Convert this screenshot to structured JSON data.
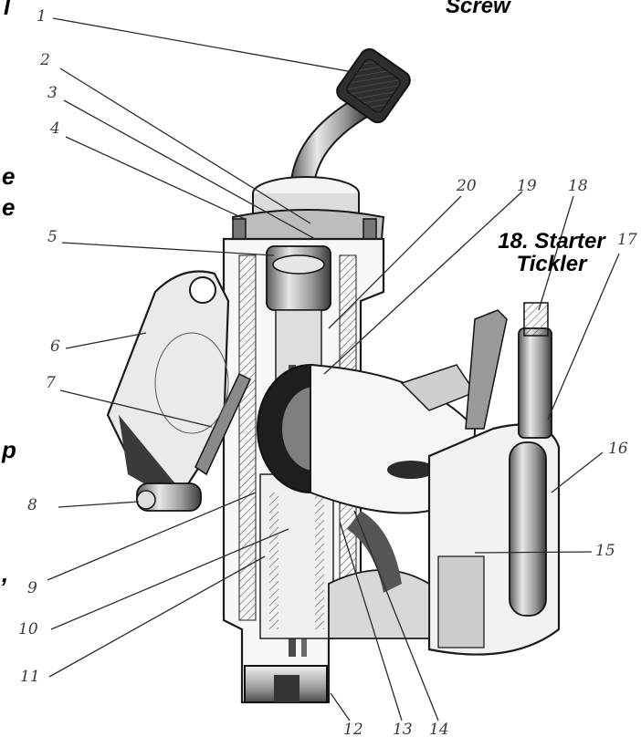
{
  "callouts": [
    {
      "id": "1",
      "text": "1"
    },
    {
      "id": "2",
      "text": "2"
    },
    {
      "id": "3",
      "text": "3"
    },
    {
      "id": "4",
      "text": "4"
    },
    {
      "id": "5",
      "text": "5"
    },
    {
      "id": "6",
      "text": "6"
    },
    {
      "id": "7",
      "text": "7"
    },
    {
      "id": "8",
      "text": "8"
    },
    {
      "id": "9",
      "text": "9"
    },
    {
      "id": "10",
      "text": "10"
    },
    {
      "id": "11",
      "text": "11"
    },
    {
      "id": "12",
      "text": "12"
    },
    {
      "id": "13",
      "text": "13"
    },
    {
      "id": "14",
      "text": "14"
    },
    {
      "id": "15",
      "text": "15"
    },
    {
      "id": "16",
      "text": "16"
    },
    {
      "id": "17",
      "text": "17"
    },
    {
      "id": "18",
      "text": "18"
    },
    {
      "id": "19",
      "text": "19"
    },
    {
      "id": "20",
      "text": "20"
    }
  ],
  "overlay_labels": {
    "top_right": "Screw",
    "starter_line1": "18. Starter",
    "starter_line2": "Tickler",
    "left_fragment_a": "l",
    "left_fragment_b": "e",
    "left_fragment_c": "e",
    "left_fragment_d": "p",
    "left_fragment_e": ","
  },
  "colors": {
    "ink": "#1a1a1a",
    "leader": "#2b2b2b",
    "shade": "#cfcfcf",
    "dark": "#3c3c3c"
  }
}
